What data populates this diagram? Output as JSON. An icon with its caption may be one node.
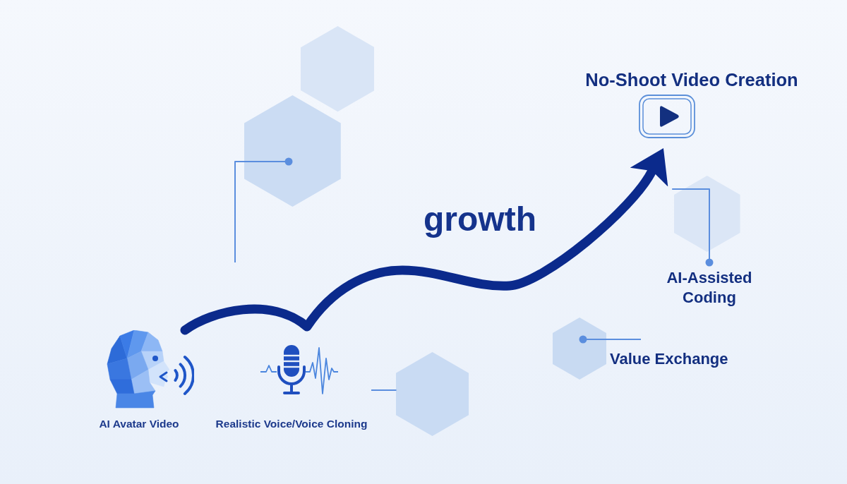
{
  "diagram": {
    "nodes": [
      {
        "text": [
          "AI Avatar Video"
        ]
      },
      {
        "text": [
          "Realistic Voice/Voice Cloning"
        ]
      },
      {
        "text": [
          "No-Shoot Video Creation"
        ]
      },
      {
        "text": [
          "AI-Assisted Coding"
        ]
      },
      {
        "text": [
          "Value Exchange"
        ]
      },
      {
        "text": [],
        "shape": "hexagon"
      },
      {
        "text": [],
        "shape": "hexagon"
      },
      {
        "text": [],
        "shape": "hexagon"
      },
      {
        "text": [],
        "shape": "hexagon"
      },
      {
        "text": [],
        "shape": "hexagon"
      }
    ],
    "edges": [
      {
        "from": 0,
        "to": 2,
        "arrow": "to",
        "style": "thick",
        "color": "#0b2a8c"
      },
      {
        "from": 1,
        "to": 7,
        "arrow": "none"
      },
      {
        "from": 9,
        "to": 3,
        "arrow": "other"
      },
      {
        "from": 4,
        "to": 8,
        "arrow": "other"
      },
      {
        "from": null,
        "to": 6,
        "arrow": "other"
      }
    ],
    "labels": [
      "growth"
    ]
  }
}
